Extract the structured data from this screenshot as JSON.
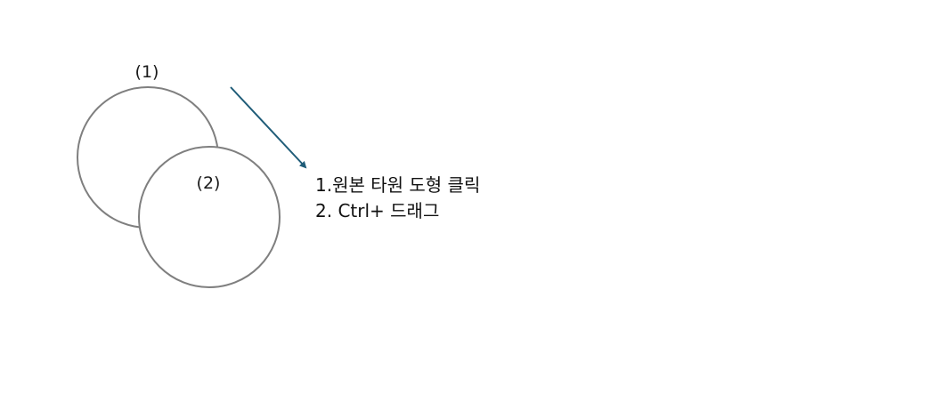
{
  "diagram": {
    "shapes": [
      {
        "id": "circle-1",
        "label": "(1)"
      },
      {
        "id": "circle-2",
        "label": "(2)"
      }
    ],
    "instructions": [
      "1.원본 타원 도형 클릭",
      "2. Ctrl+ 드래그"
    ],
    "colors": {
      "circle_stroke": "#7f7f7f",
      "arrow": "#1f5c78",
      "text": "#111111"
    }
  }
}
